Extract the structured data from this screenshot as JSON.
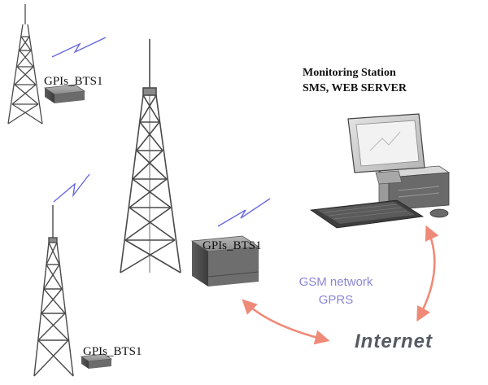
{
  "bts_labels": {
    "top_left": "GPIs_BTS1",
    "center": "GPIs_BTS1",
    "bottom_left": "GPIs_BTS1"
  },
  "monitoring_station": {
    "title": "Monitoring Station",
    "subtitle": "SMS, WEB SERVER"
  },
  "network": {
    "line1": "GSM network",
    "line2": "GPRS"
  },
  "internet_label": "Internet",
  "colors": {
    "tower": "#4a4a4a",
    "lightning": "#6a6ae0",
    "arrow": "#f08a78",
    "gsm_text": "#8a86d6",
    "internet_text": "#555a63"
  }
}
